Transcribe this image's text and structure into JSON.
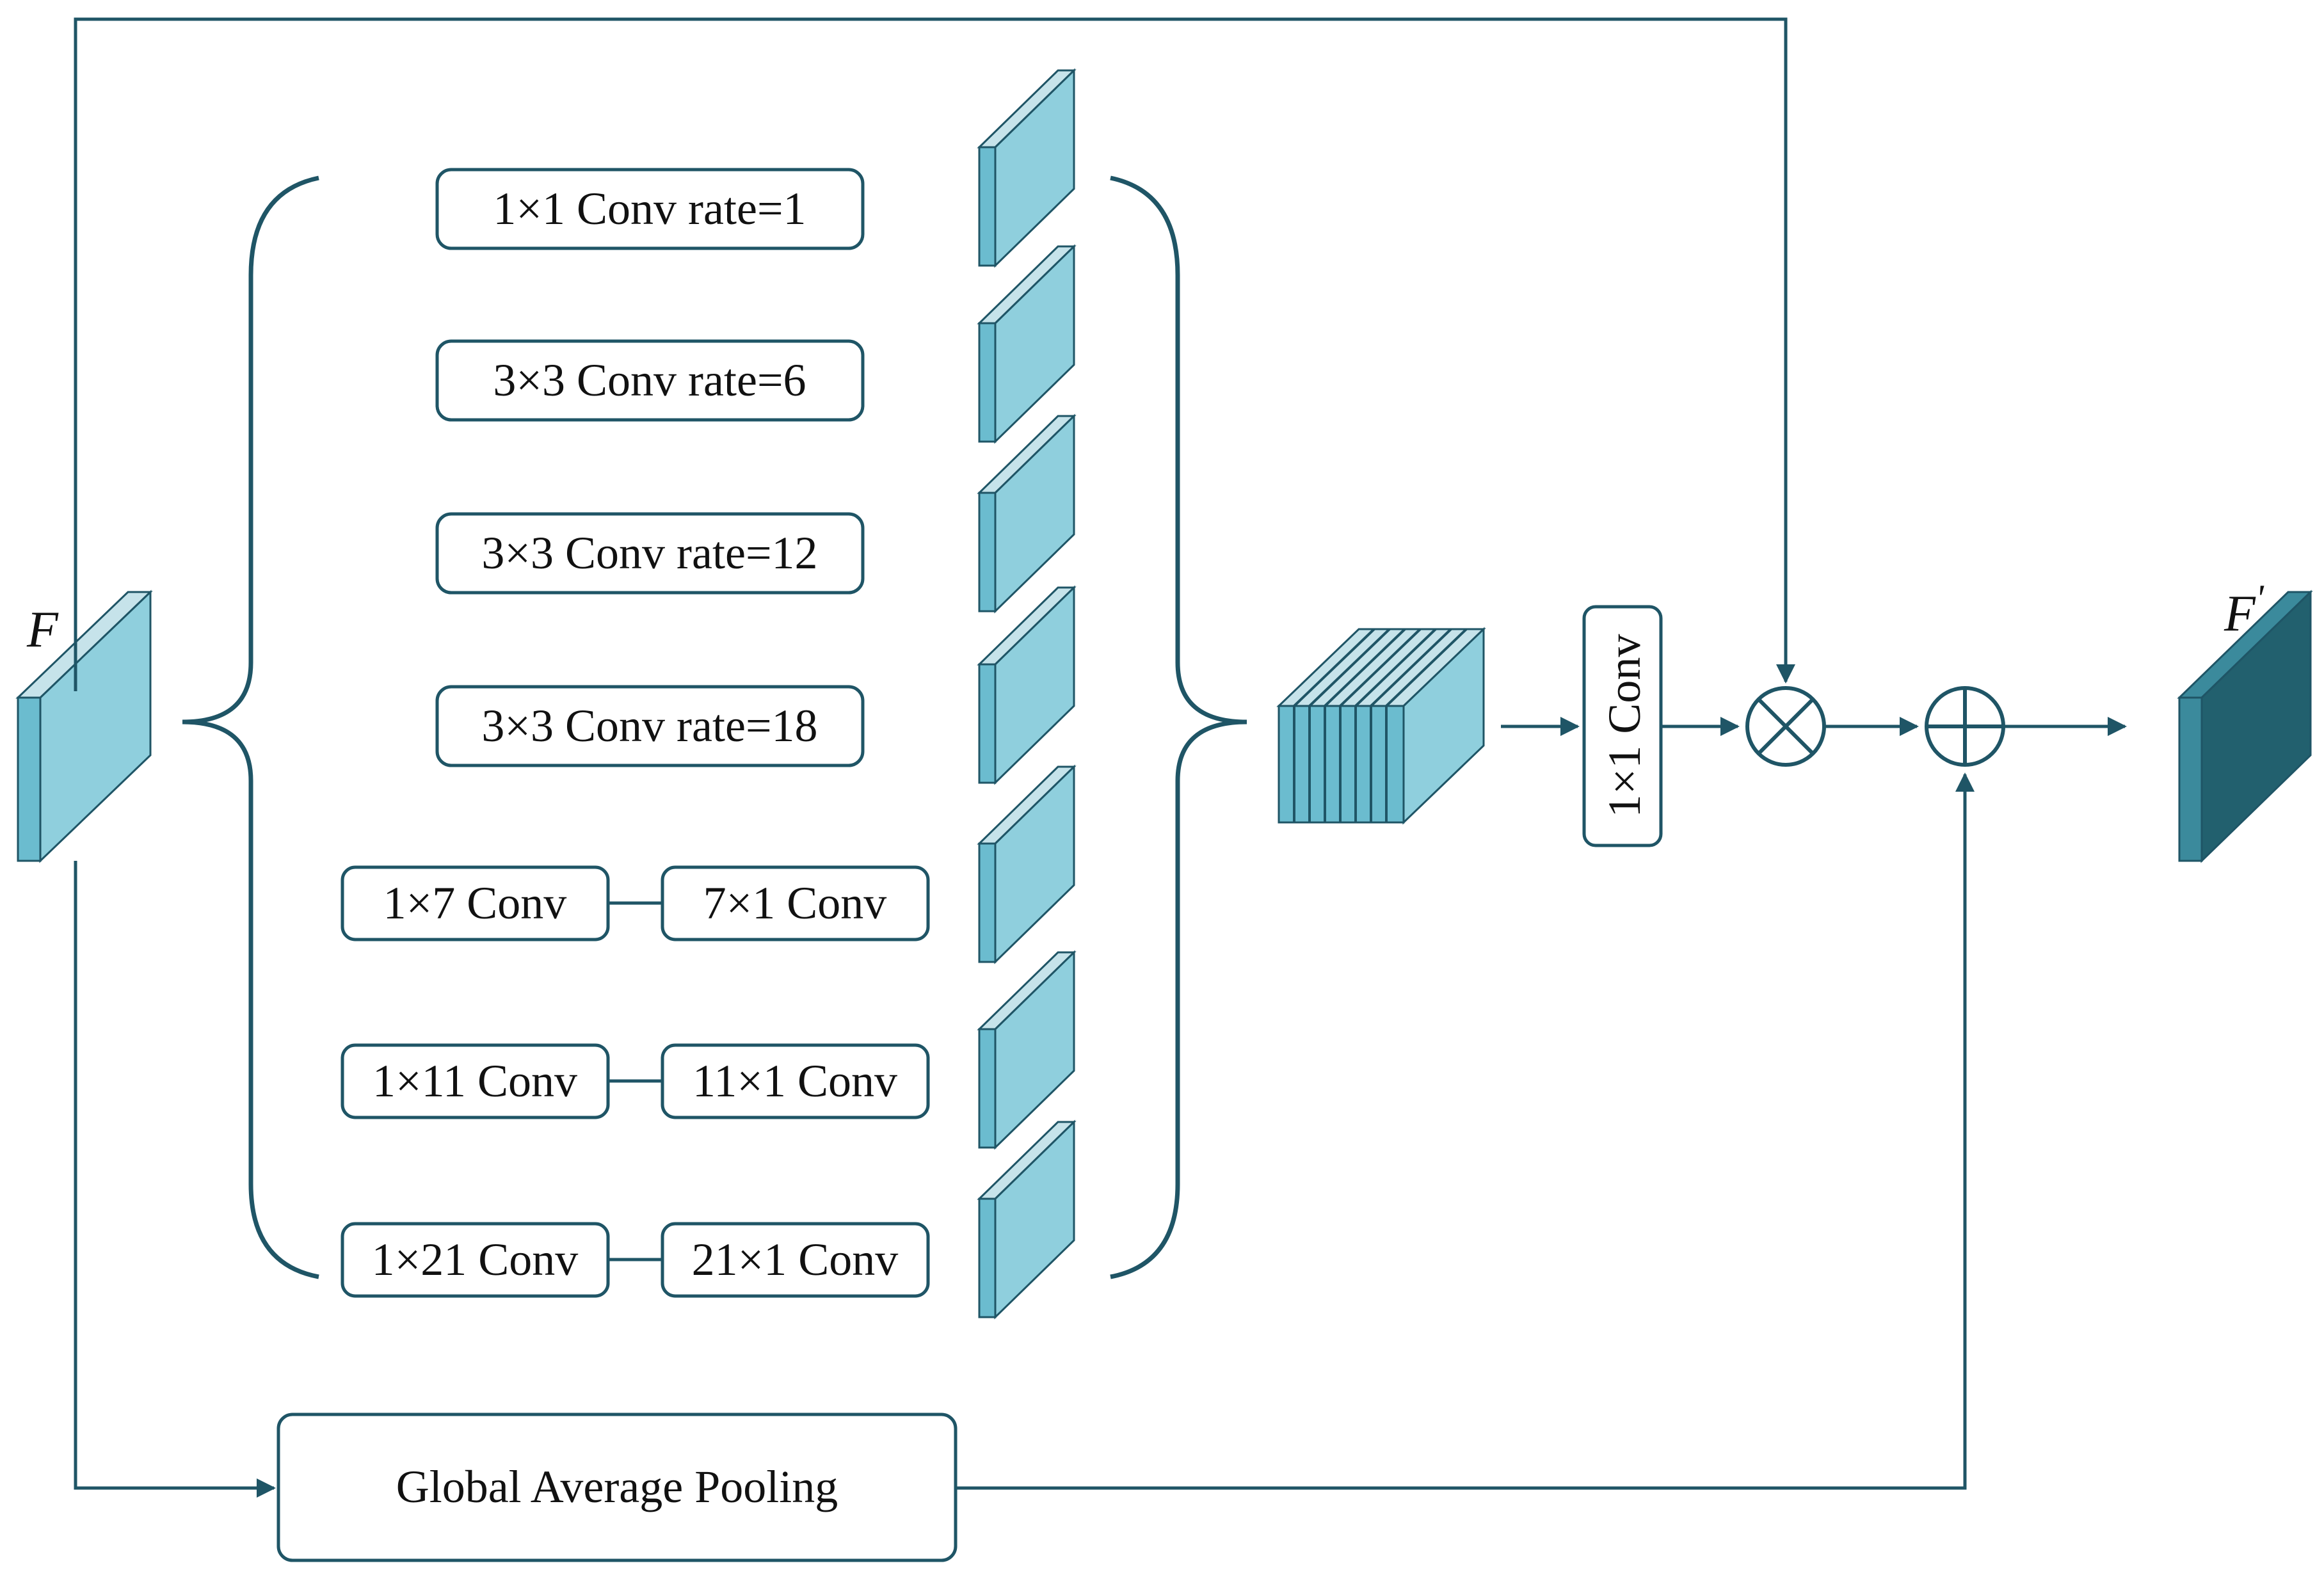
{
  "labels": {
    "input_feature": "F",
    "output_feature": "F",
    "output_prime": "'"
  },
  "branches": [
    {
      "ops": [
        "1×1 Conv rate=1"
      ]
    },
    {
      "ops": [
        "3×3 Conv rate=6"
      ]
    },
    {
      "ops": [
        "3×3 Conv rate=12"
      ]
    },
    {
      "ops": [
        "3×3 Conv rate=18"
      ]
    },
    {
      "ops": [
        "1×7 Conv",
        "7×1 Conv"
      ]
    },
    {
      "ops": [
        "1×11 Conv",
        "11×1 Conv"
      ]
    },
    {
      "ops": [
        "1×21 Conv",
        "21×1 Conv"
      ]
    }
  ],
  "fusion_conv": "1×1 Conv",
  "gap_label": "Global Average Pooling",
  "operators": {
    "multiply": "multiply-icon",
    "add": "add-icon"
  },
  "colors": {
    "line": "#1f5566",
    "feature_map": "#6bbccf",
    "feature_map_top": "#c6e3ea",
    "output_map": "#22606e"
  }
}
